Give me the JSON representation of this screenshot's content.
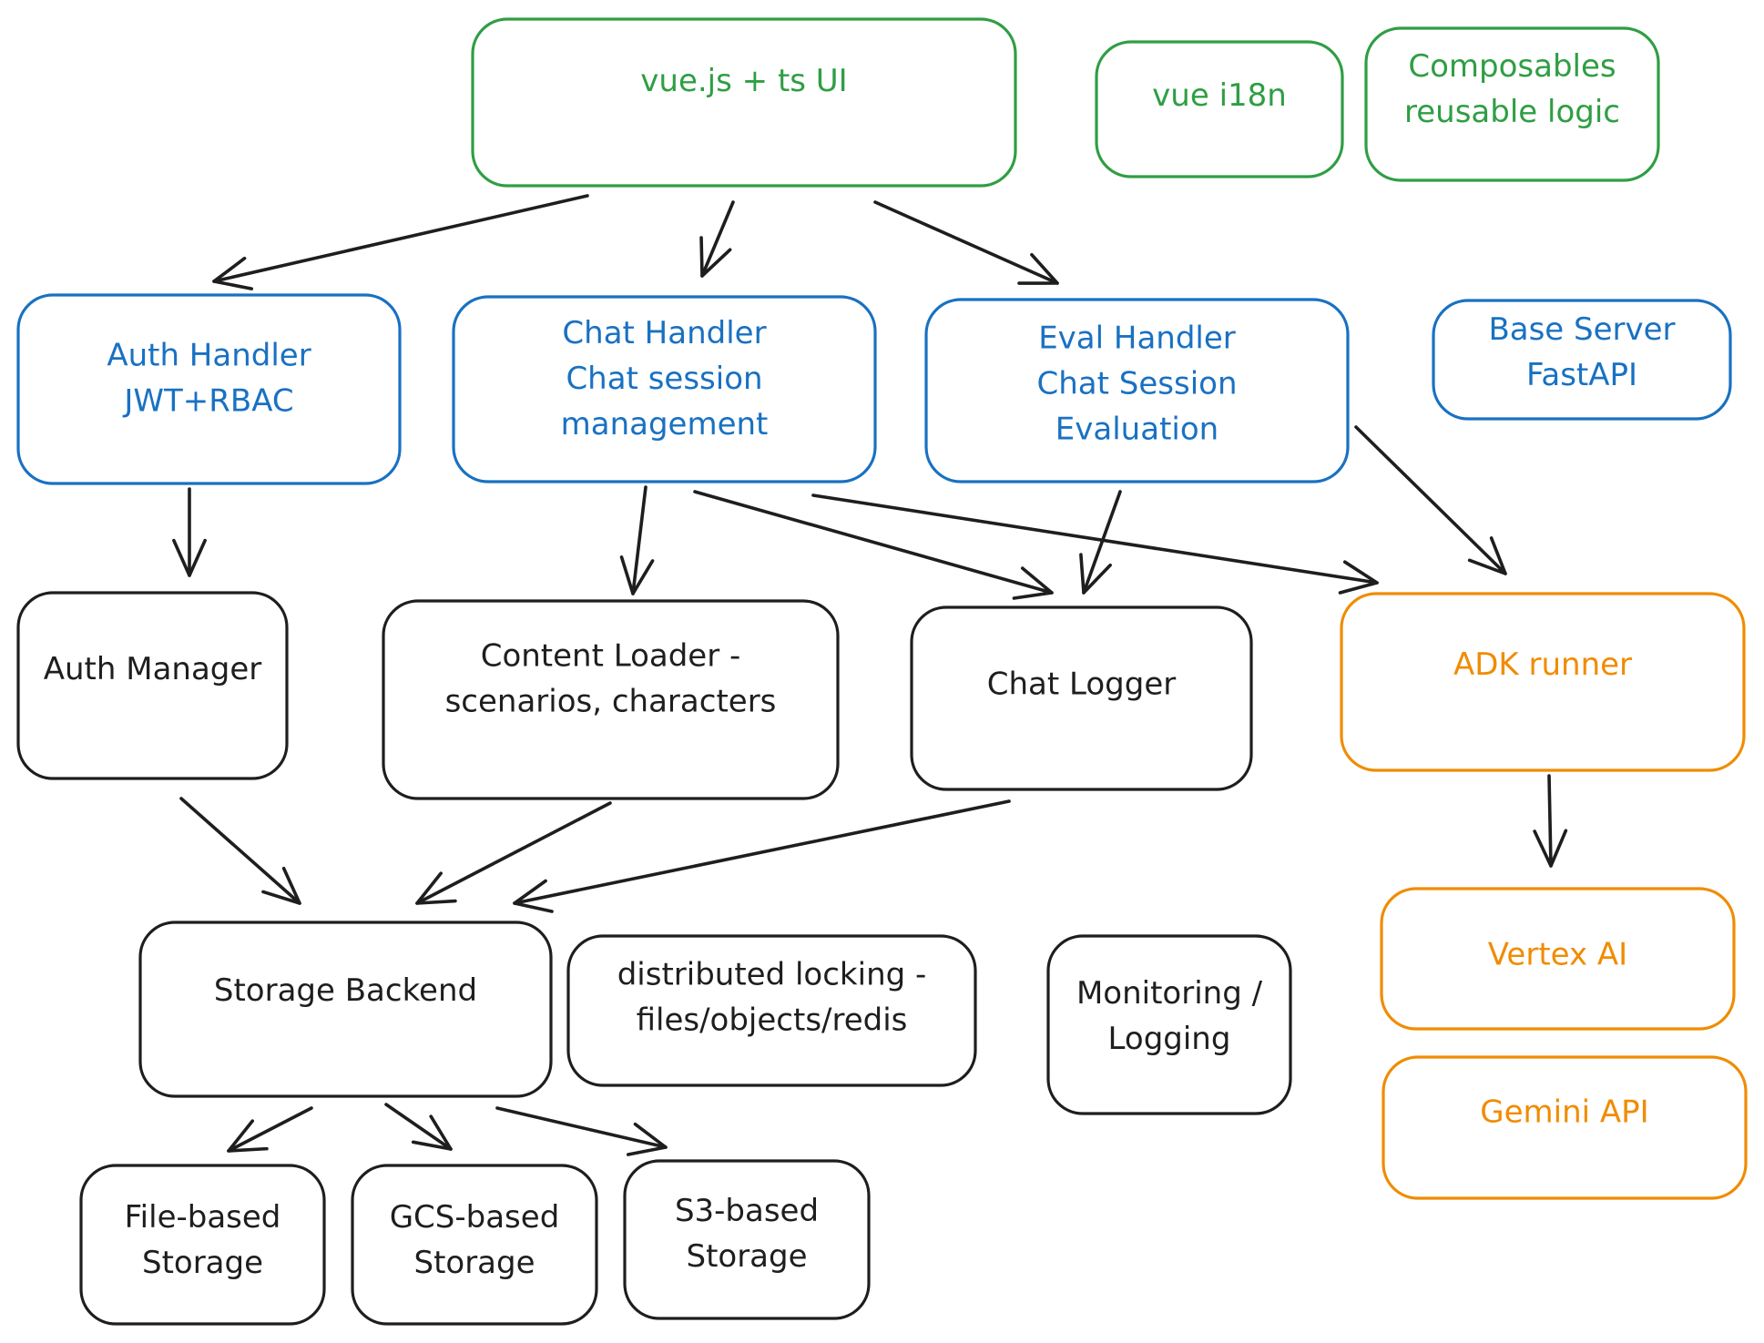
{
  "diagram": {
    "colors": {
      "frontend": "#2f9e44",
      "api": "#1971c2",
      "core": "#1e1e1e",
      "ai": "#f08c00"
    },
    "nodes": [
      {
        "id": "vue-ui",
        "lines": [
          "vue.js + ts UI"
        ],
        "group": "frontend"
      },
      {
        "id": "vue-i18n",
        "lines": [
          "vue i18n"
        ],
        "group": "frontend"
      },
      {
        "id": "composables",
        "lines": [
          "Composables",
          "reusable logic"
        ],
        "group": "frontend"
      },
      {
        "id": "auth-handler",
        "lines": [
          "Auth Handler",
          "JWT+RBAC"
        ],
        "group": "api"
      },
      {
        "id": "chat-handler",
        "lines": [
          "Chat Handler",
          "Chat session",
          "management"
        ],
        "group": "api"
      },
      {
        "id": "eval-handler",
        "lines": [
          "Eval Handler",
          "Chat Session",
          "Evaluation"
        ],
        "group": "api"
      },
      {
        "id": "base-server",
        "lines": [
          "Base Server",
          "FastAPI"
        ],
        "group": "api"
      },
      {
        "id": "auth-manager",
        "lines": [
          "Auth Manager"
        ],
        "group": "core"
      },
      {
        "id": "content-loader",
        "lines": [
          "Content Loader -",
          "scenarios, characters"
        ],
        "group": "core"
      },
      {
        "id": "chat-logger",
        "lines": [
          "Chat Logger"
        ],
        "group": "core"
      },
      {
        "id": "adk-runner",
        "lines": [
          "ADK runner"
        ],
        "group": "ai"
      },
      {
        "id": "storage-backend",
        "lines": [
          "Storage Backend"
        ],
        "group": "core"
      },
      {
        "id": "distributed-locking",
        "lines": [
          "distributed locking -",
          "files/objects/redis"
        ],
        "group": "core"
      },
      {
        "id": "monitoring-logging",
        "lines": [
          "Monitoring /",
          "Logging"
        ],
        "group": "core"
      },
      {
        "id": "vertex-ai",
        "lines": [
          "Vertex AI"
        ],
        "group": "ai"
      },
      {
        "id": "gemini-api",
        "lines": [
          "Gemini API"
        ],
        "group": "ai"
      },
      {
        "id": "file-storage",
        "lines": [
          "File-based",
          "Storage"
        ],
        "group": "core"
      },
      {
        "id": "gcs-storage",
        "lines": [
          "GCS-based",
          "Storage"
        ],
        "group": "core"
      },
      {
        "id": "s3-storage",
        "lines": [
          "S3-based",
          "Storage"
        ],
        "group": "core"
      }
    ],
    "edges": [
      {
        "from": "vue-ui",
        "to": "auth-handler"
      },
      {
        "from": "vue-ui",
        "to": "chat-handler"
      },
      {
        "from": "vue-ui",
        "to": "eval-handler"
      },
      {
        "from": "auth-handler",
        "to": "auth-manager"
      },
      {
        "from": "chat-handler",
        "to": "content-loader"
      },
      {
        "from": "chat-handler",
        "to": "chat-logger"
      },
      {
        "from": "chat-handler",
        "to": "adk-runner"
      },
      {
        "from": "eval-handler",
        "to": "chat-logger"
      },
      {
        "from": "eval-handler",
        "to": "adk-runner"
      },
      {
        "from": "auth-manager",
        "to": "storage-backend"
      },
      {
        "from": "content-loader",
        "to": "storage-backend"
      },
      {
        "from": "chat-logger",
        "to": "storage-backend"
      },
      {
        "from": "adk-runner",
        "to": "vertex-ai"
      },
      {
        "from": "storage-backend",
        "to": "file-storage"
      },
      {
        "from": "storage-backend",
        "to": "gcs-storage"
      },
      {
        "from": "storage-backend",
        "to": "s3-storage"
      }
    ]
  }
}
